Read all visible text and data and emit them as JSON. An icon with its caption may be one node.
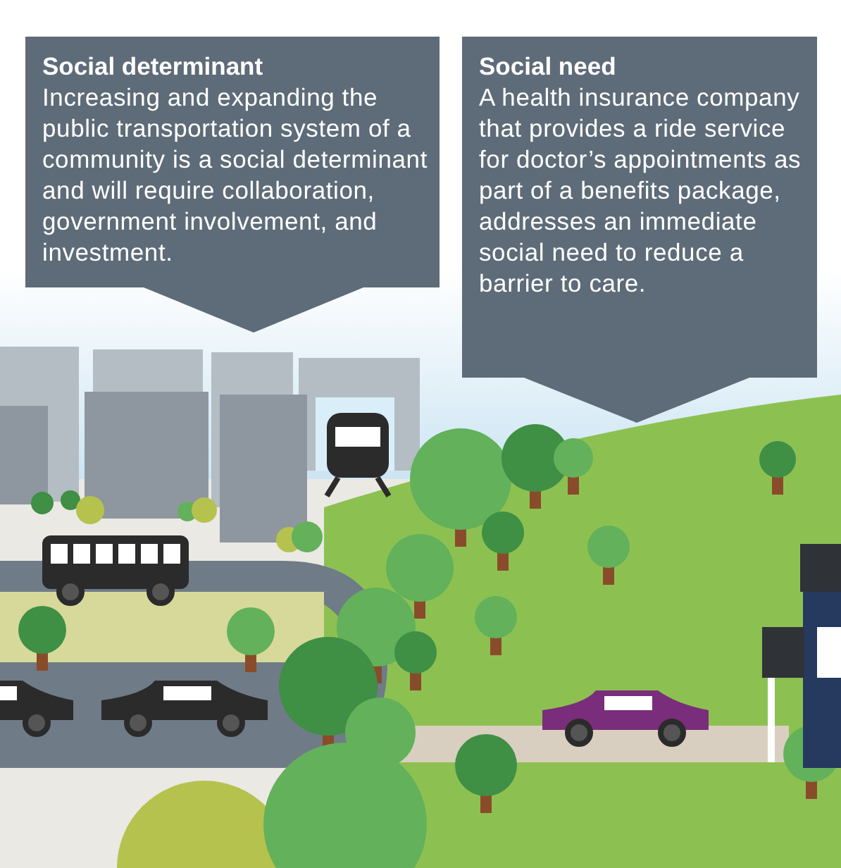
{
  "diagram": {
    "nodes": [
      {
        "text": [
          "Social determinant",
          "Increasing and expanding the public transportation system of a community is a social determinant and will require collaboration, government involvement, and investment."
        ]
      },
      {
        "text": [
          "Social need",
          "A health insurance company that provides a ride service for doctor’s appointments as part of a benefits package, addresses an immediate social need to reduce a barrier to care."
        ]
      }
    ]
  }
}
